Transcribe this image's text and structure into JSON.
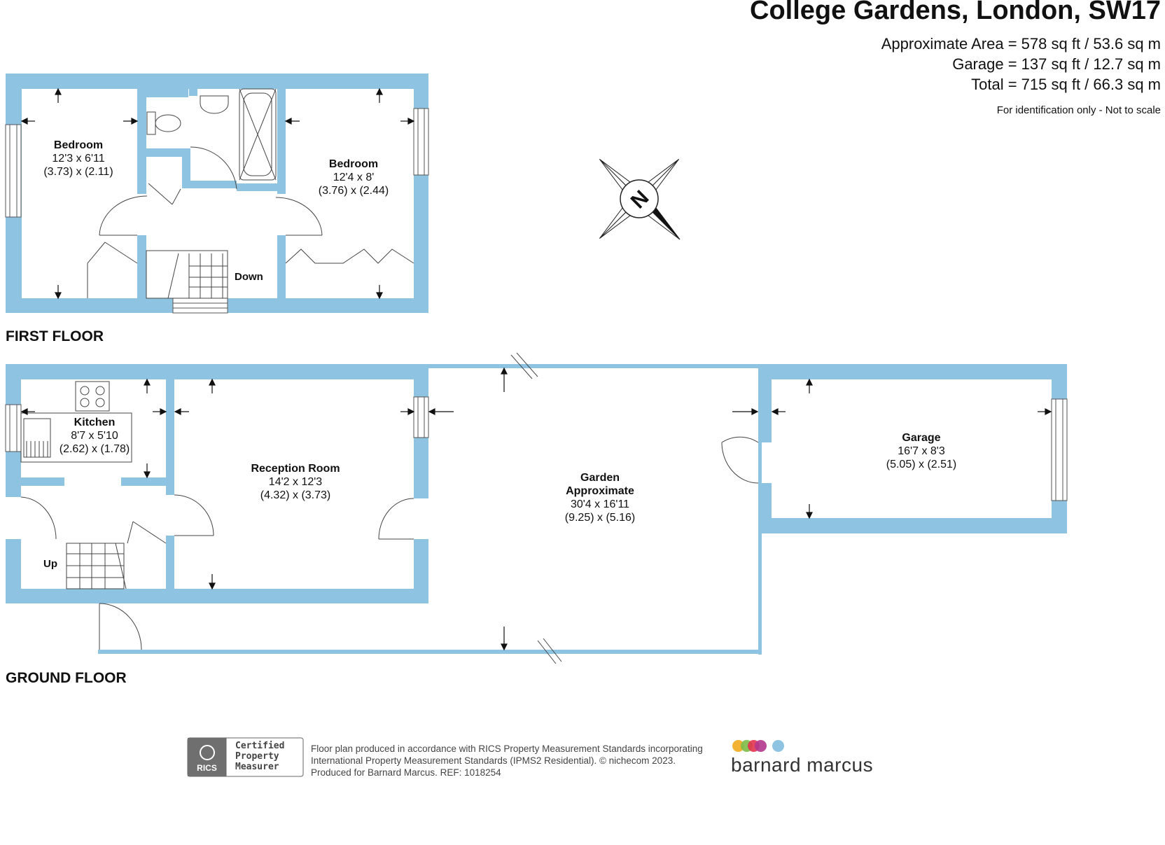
{
  "header": {
    "title": "College Gardens, London, SW17",
    "area": "Approximate Area = 578 sq ft / 53.6 sq m",
    "garage": "Garage = 137 sq ft / 12.7 sq m",
    "total": "Total = 715 sq ft / 66.3 sq m",
    "note": "For identification only - Not to scale"
  },
  "floors": {
    "first": "FIRST FLOOR",
    "ground": "GROUND FLOOR"
  },
  "rooms": {
    "bed1": {
      "name": "Bedroom",
      "imperial": "12'3 x 6'11",
      "metric": "(3.73) x (2.11)"
    },
    "bed2": {
      "name": "Bedroom",
      "imperial": "12'4 x 8'",
      "metric": "(3.76) x (2.44)"
    },
    "kitchen": {
      "name": "Kitchen",
      "imperial": "8'7 x 5'10",
      "metric": "(2.62) x (1.78)"
    },
    "reception": {
      "name": "Reception Room",
      "imperial": "14'2 x 12'3",
      "metric": "(4.32) x (3.73)"
    },
    "garden": {
      "name": "Garden",
      "name2": "Approximate",
      "imperial": "30'4 x 16'11",
      "metric": "(9.25) x (5.16)"
    },
    "garage": {
      "name": "Garage",
      "imperial": "16'7 x 8'3",
      "metric": "(5.05) x (2.51)"
    }
  },
  "stairs": {
    "down": "Down",
    "up": "Up"
  },
  "compass": {
    "letter": "N"
  },
  "footer": {
    "line1": "Floor plan produced in accordance with RICS Property Measurement Standards incorporating",
    "line2": "International Property Measurement Standards (IPMS2 Residential).  © nichecom 2023.",
    "line3": "Produced for Barnard Marcus.   REF:  1018254",
    "rics_text": "RICS",
    "badge_line1": "Certified",
    "badge_line2": "Property",
    "badge_line3": "Measurer",
    "brand": "barnard marcus"
  },
  "colors": {
    "wall": "#8ec4e2",
    "brand_dots": [
      "#f2b234",
      "#7dbd4a",
      "#e2344f",
      "#b1378e",
      "#8ec4e2"
    ]
  }
}
